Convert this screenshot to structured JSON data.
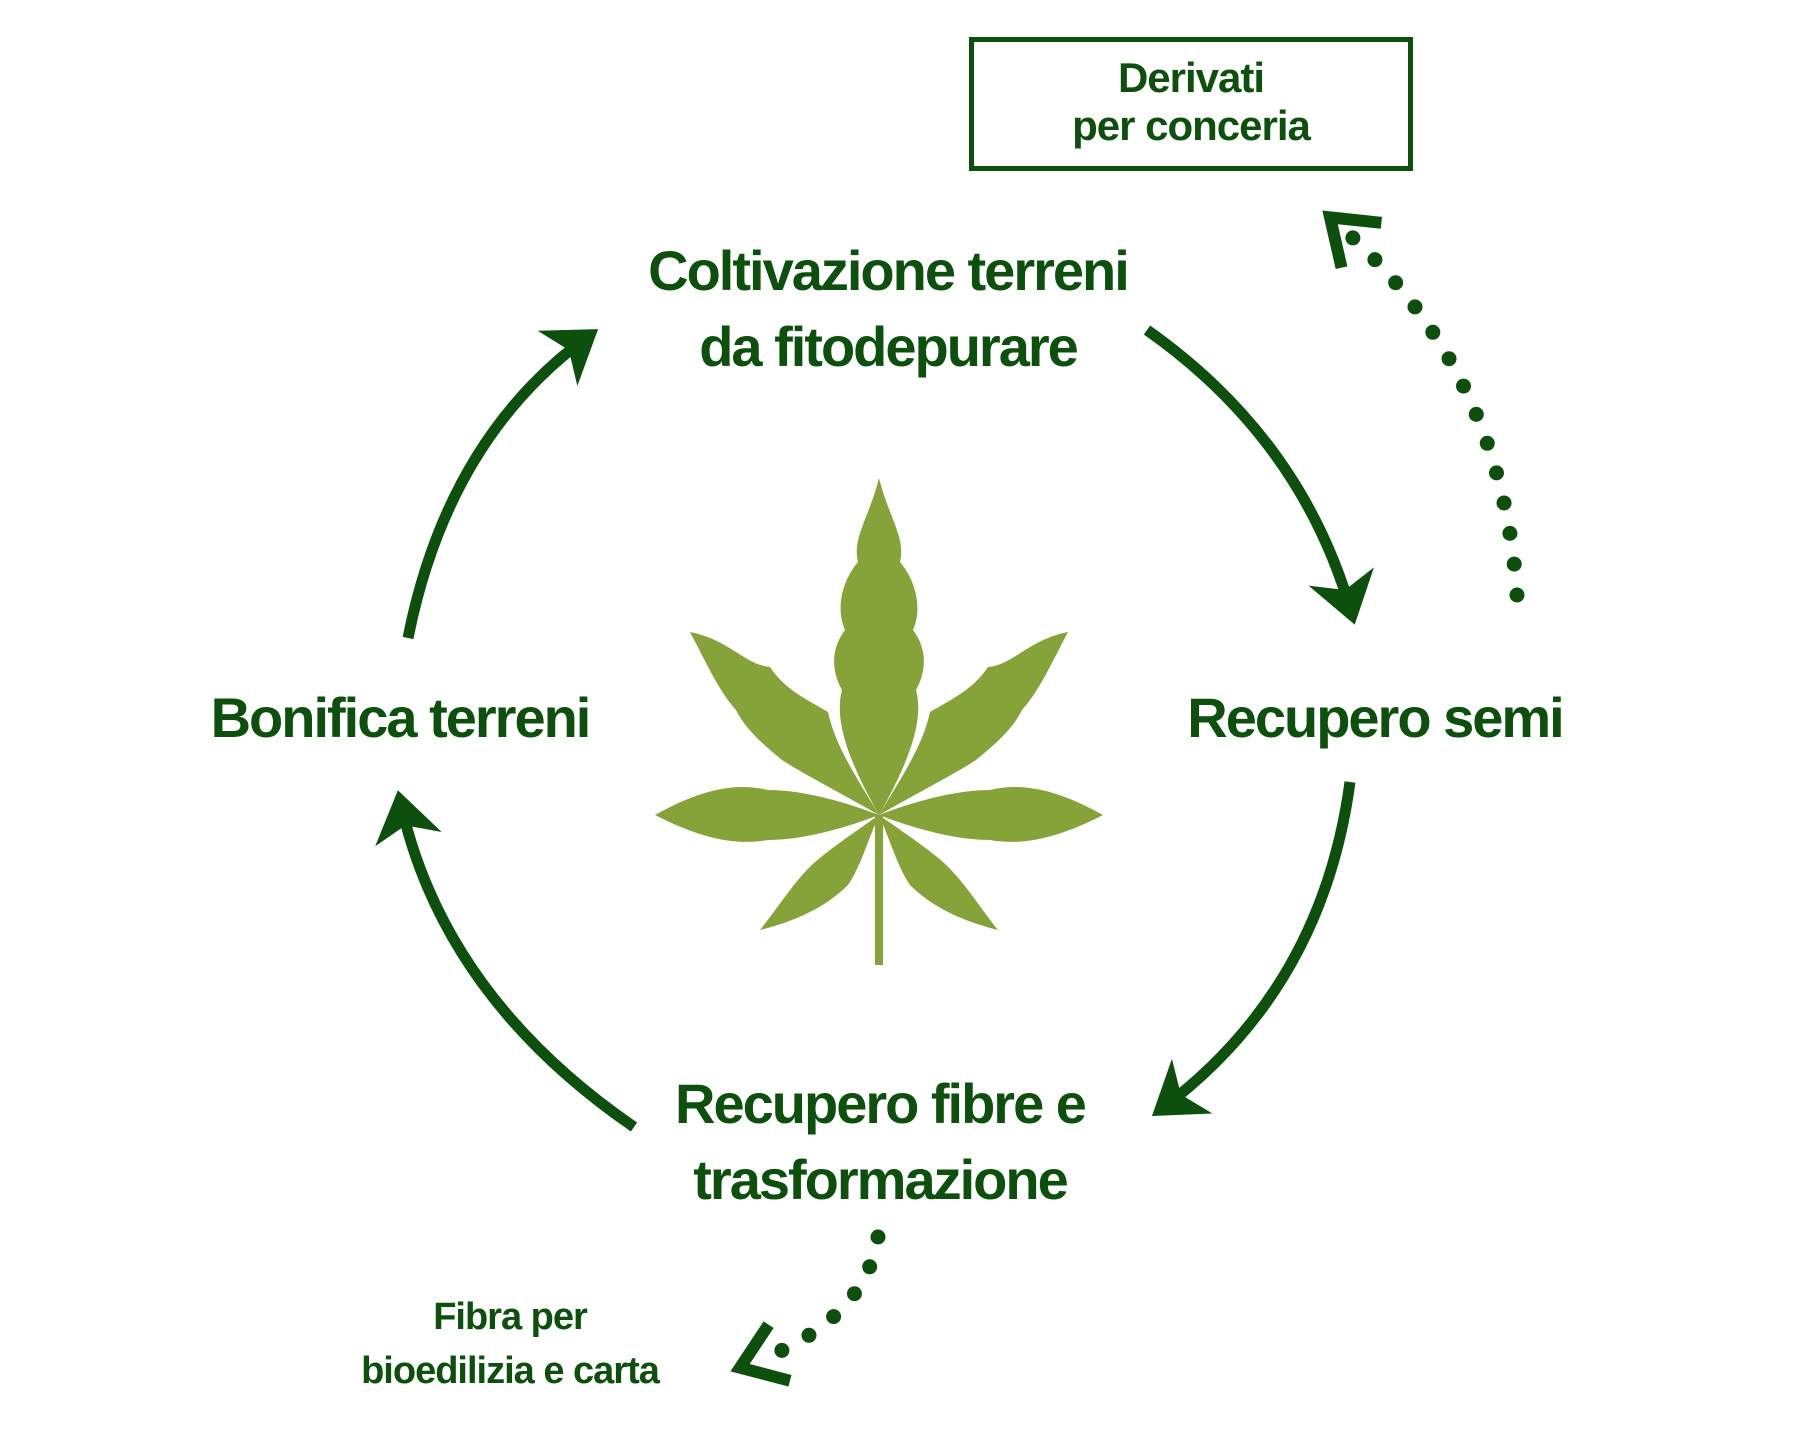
{
  "nodes": {
    "cultivation": {
      "line1": "Coltivazione terreni",
      "line2": "da fitodepurare"
    },
    "seeds": {
      "line1": "Recupero semi"
    },
    "fibres": {
      "line1": "Recupero fibre e",
      "line2": "trasformazione"
    },
    "reclamation": {
      "line1": "Bonifica terreni"
    }
  },
  "outputs": {
    "tannery": {
      "line1": "Derivati",
      "line2": "per conceria"
    },
    "fibre_uses": {
      "line1": "Fibra per",
      "line2": "bioedilizia e carta"
    }
  },
  "colors": {
    "dark_green": "#0d4f0d",
    "leaf_green": "#86a33a"
  },
  "icons": {
    "center": "cannabis-leaf-icon"
  }
}
